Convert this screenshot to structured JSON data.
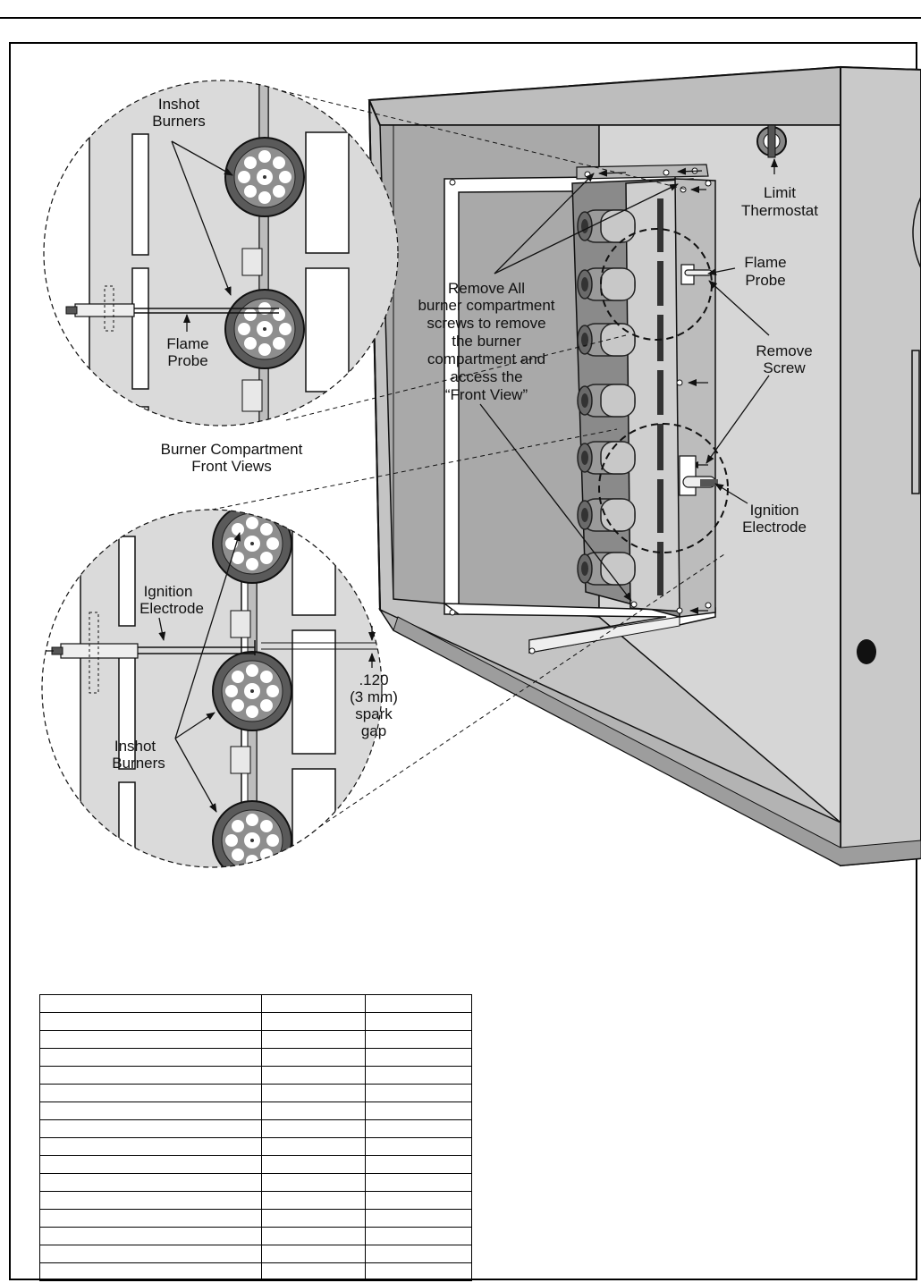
{
  "figure": {
    "labels": {
      "inshot_burners_top_1": "Inshot",
      "inshot_burners_top_2": "Burners",
      "flame_probe_left_1": "Flame",
      "flame_probe_left_2": "Probe",
      "caption_1": "Burner Compartment",
      "caption_2": "Front Views",
      "ignition_left_1": "Ignition",
      "ignition_left_2": "Electrode",
      "gap_1": ".120",
      "gap_2": "(3 mm)",
      "gap_3": "spark",
      "gap_4": "gap",
      "inshot_burners_bottom_1": "Inshot",
      "inshot_burners_bottom_2": "Burners",
      "remove_1": "Remove All",
      "remove_2": "burner compartment",
      "remove_3": "screws to remove",
      "remove_4": "the burner",
      "remove_5": "compartment and",
      "remove_6": "access the",
      "remove_7": "“Front View”",
      "limit_1": "Limit",
      "limit_2": "Thermostat",
      "flame_probe_right_1": "Flame",
      "flame_probe_right_2": "Probe",
      "remove_screw_1": "Remove",
      "remove_screw_2": "Screw",
      "ignition_right_1": "Ignition",
      "ignition_right_2": "Electrode"
    }
  },
  "table": {
    "rows": [
      [
        "",
        "",
        ""
      ],
      [
        "",
        "",
        ""
      ],
      [
        "",
        "",
        ""
      ],
      [
        "",
        "",
        ""
      ],
      [
        "",
        "",
        ""
      ],
      [
        "",
        "",
        ""
      ],
      [
        "",
        "",
        ""
      ],
      [
        "",
        "",
        ""
      ],
      [
        "",
        "",
        ""
      ],
      [
        "",
        "",
        ""
      ],
      [
        "",
        "",
        ""
      ],
      [
        "",
        "",
        ""
      ],
      [
        "",
        "",
        ""
      ],
      [
        "",
        "",
        ""
      ],
      [
        "",
        "",
        ""
      ],
      [
        "",
        "",
        ""
      ]
    ]
  }
}
